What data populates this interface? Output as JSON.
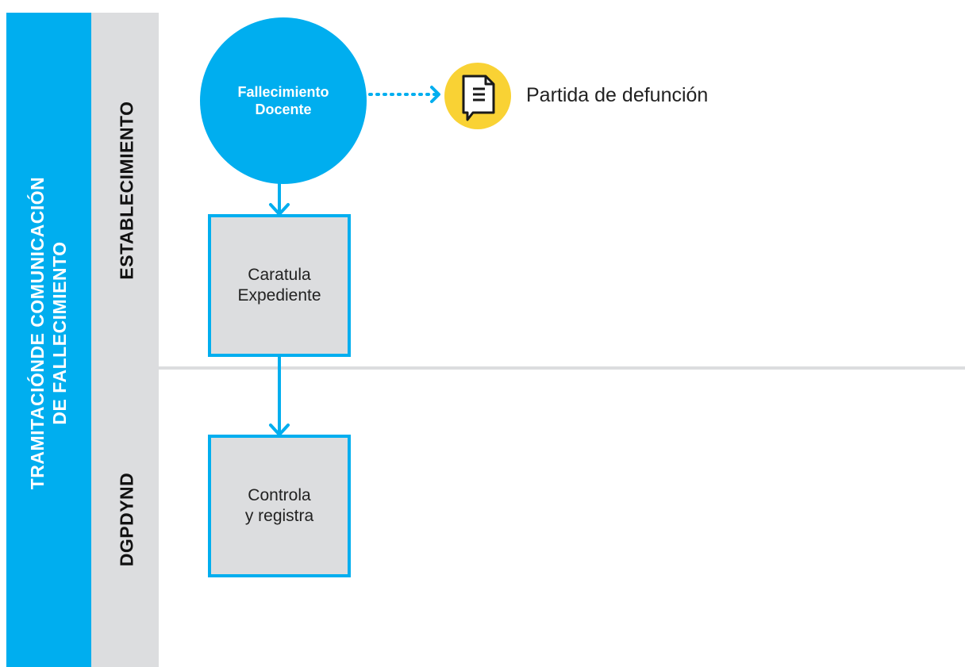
{
  "process": {
    "title_line1": "TRAMITACIÓNDE COMUNICACIÓN",
    "title_line2": "DE FALLECIMIENTO"
  },
  "lanes": [
    {
      "label": "ESTABLECIMIENTO"
    },
    {
      "label": "DGPDYND"
    }
  ],
  "nodes": {
    "start": {
      "line1": "Fallecimiento",
      "line2": "Docente"
    },
    "document": {
      "label": "Partida de defunción",
      "icon": "document-icon"
    },
    "task1": {
      "line1": "Caratula",
      "line2": "Expediente"
    },
    "task2": {
      "line1": "Controla",
      "line2": "y registra"
    }
  },
  "colors": {
    "accent": "#00aeef",
    "lane_background": "#dcdddf",
    "document_badge": "#f9d234"
  }
}
